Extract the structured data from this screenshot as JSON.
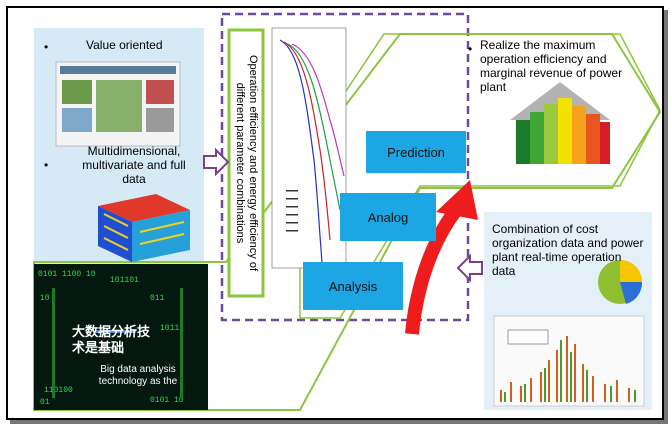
{
  "left_panel": {
    "bullet1": "Value oriented",
    "bullet2": "Multidimensional, multivariate and full data",
    "image_text_cn": "大数据分析技术是基础",
    "image_text_en": "Big data analysis technology as the"
  },
  "vertical_label": "Operation efficiency and energy efficiency of different parameter combinations",
  "boxes": {
    "prediction": "Prediction",
    "analog": "Analog",
    "analysis": "Analysis"
  },
  "right_top": {
    "text": "Realize the maximum operation efficiency and marginal revenue of power plant"
  },
  "right_bottom": {
    "text": "Combination of cost organization data and power plant real-time operation data"
  },
  "colors": {
    "arrow_green": "#8cc63f",
    "panel_blue": "#d6eaf6",
    "box_blue": "#1ca6e3",
    "dashed_purple": "#6b4c9a",
    "red_arrow": "#ee1c1c",
    "pointer_purple": "#7b3f8c"
  }
}
